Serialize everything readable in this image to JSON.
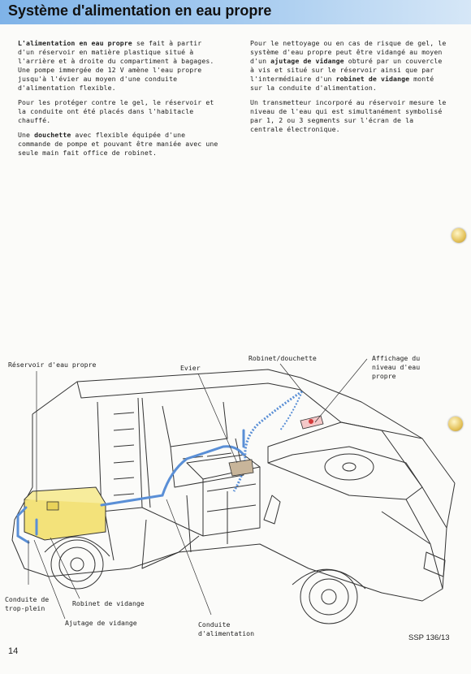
{
  "title": "Système d'alimentation en eau propre",
  "left_column": {
    "p1_strong": "L'alimentation en eau propre",
    "p1_rest": " se fait à partir d'un réservoir en matière plastique situé à l'arrière et à droite du compartiment à bagages. Une pompe immergée de 12 V amène l'eau propre jusqu'à l'évier au moyen d'une conduite d'alimentation flexible.",
    "p2": "Pour les protéger contre le gel, le réservoir et la conduite ont été placés dans l'habitacle chauffé.",
    "p3_pre": "Une ",
    "p3_strong": "douchette",
    "p3_rest": " avec flexible équipée d'une commande de pompe et pouvant être maniée avec une seule main fait office de robinet."
  },
  "right_column": {
    "pre": "Pour le nettoyage ou en cas de risque de gel, le système d'eau propre peut être vidangé au moyen d'un ",
    "strong1": "ajutage de vidange",
    "mid": " obturé par un couvercle à vis et situé sur le réservoir ainsi que par l'intermédiaire d'un ",
    "strong2": "robinet de vidange",
    "post": " monté sur la conduite d'alimentation.",
    "p2": "Un transmetteur incorporé au réservoir mesure le niveau de l'eau qui est simultanément symbolisé par 1, 2 ou 3 segments sur l'écran de la centrale électronique."
  },
  "labels": {
    "reservoir": "Réservoir d'eau propre",
    "evier": "Evier",
    "robinet_douchette": "Robinet/douchette",
    "affichage": "Affichage du niveau d'eau propre",
    "conduite_trop_plein": "Conduite de trop-plein",
    "robinet_vidange": "Robinet de vidange",
    "ajutage_vidange": "Ajutage de vidange",
    "conduite_alimentation": "Conduite d'alimentation"
  },
  "footer": {
    "page_number": "14",
    "ssp": "SSP 136/13"
  },
  "colors": {
    "header_blue": "#7fb3e8",
    "tank_yellow": "#f3e27a",
    "pipe_blue": "#5a8fd6",
    "display_red": "#d23a3a"
  }
}
